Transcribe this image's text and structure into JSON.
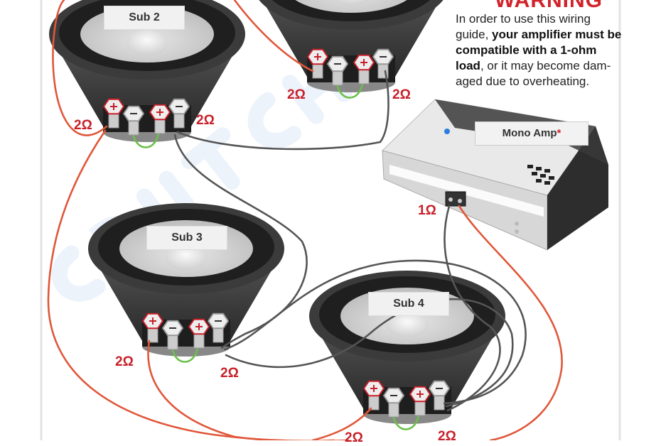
{
  "warning": {
    "title": "WARNING",
    "line_plain_1": "In order to use this wiring guide, ",
    "line_bold_1": "your amplifier must be compatible with a 1-ohm load",
    "line_plain_2": ", or it may become dam-aged due to overheating."
  },
  "subs": [
    {
      "label": "Sub 2"
    },
    {
      "label": "Sub 3"
    },
    {
      "label": "Sub 4"
    }
  ],
  "amp": {
    "label": "Mono Amp",
    "asterisk": "*"
  },
  "impedance_labels": {
    "voice_coil": "2Ω",
    "amp_load": "1Ω"
  },
  "watermark": "CRUTCHFIELD",
  "colors": {
    "positive_wire": "#e0573a",
    "negative_wire": "#555555",
    "jumper_wire": "#6cc04a",
    "warning_red": "#d2232a",
    "led_blue": "#2a7de1"
  }
}
